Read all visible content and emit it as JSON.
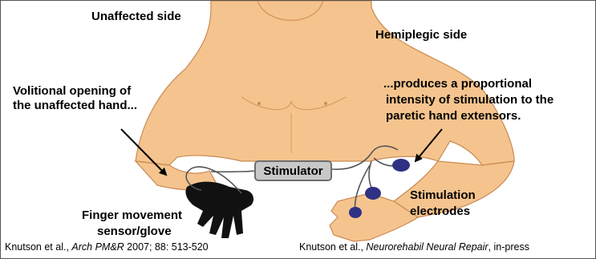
{
  "labels": {
    "unaffected_side": "Unaffected side",
    "hemiplegic_side": "Hemiplegic side",
    "volitional_line1": "Volitional opening of",
    "volitional_line2": "the unaffected hand...",
    "produces_line1": "...produces a proportional",
    "produces_line2": "intensity of stimulation to the",
    "produces_line3": "paretic hand extensors.",
    "stimulator": "Stimulator",
    "electrodes_line1": "Stimulation",
    "electrodes_line2": "electrodes",
    "sensor_line1": "Finger movement",
    "sensor_line2": "sensor/glove"
  },
  "citations": {
    "left": {
      "authors": "Knutson et al., ",
      "journal": "Arch PM&R",
      "details": " 2007; 88: 513-520"
    },
    "right": {
      "authors": "Knutson et al., ",
      "journal": "Neurorehabil Neural Repair",
      "details": ", in-press"
    }
  },
  "colors": {
    "skin": "#f5c48e",
    "skin_outline": "#c98a52",
    "glove": "#111111",
    "electrode": "#2e3184",
    "cable": "#555555",
    "stimulator_fill": "#c8c8c8"
  }
}
